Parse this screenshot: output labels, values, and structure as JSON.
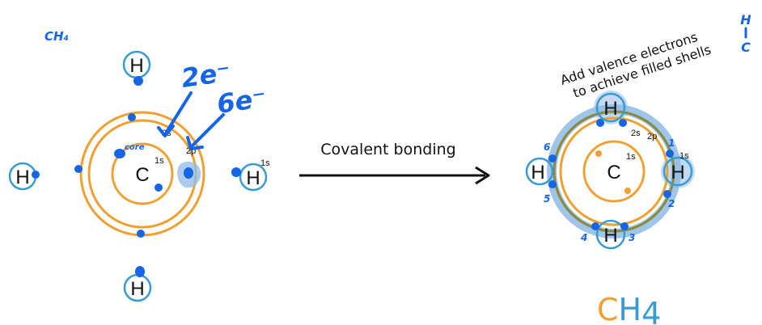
{
  "colors": {
    "shell": "#f0a030",
    "h_circle": "#3a9bd0",
    "electron": "#1565e8",
    "highlight": "#8fbbe8",
    "overlap": "#8a8a3a",
    "formula_c": "#f0a030",
    "formula_h": "#3a9bd0"
  },
  "annotations": {
    "top_left_formula": "CH₄",
    "two_electrons": "2e⁻",
    "six_electrons": "6e⁻",
    "core": "core",
    "corner_h": "H",
    "corner_c": "C"
  },
  "left_diagram": {
    "carbon_label": "C",
    "hydrogen_label": "H",
    "orbital_1s": "1s",
    "orbital_2s": "2s",
    "orbital_2p": "2p",
    "h_orbital_1s": "1s"
  },
  "arrow_caption": "Covalent bonding",
  "right_diagram": {
    "note_line1": "Add valence electrons",
    "note_line2": "to achieve filled shells",
    "carbon_label": "C",
    "hydrogen_label": "H",
    "orbital_1s": "1s",
    "orbital_2s": "2s",
    "orbital_2p": "2p",
    "h_orbital_1s": "1s",
    "numbers": [
      "1",
      "2",
      "3",
      "4",
      "5",
      "6"
    ]
  },
  "formula": {
    "carbon": "C",
    "hydrogen": "H",
    "subscript": "4"
  }
}
